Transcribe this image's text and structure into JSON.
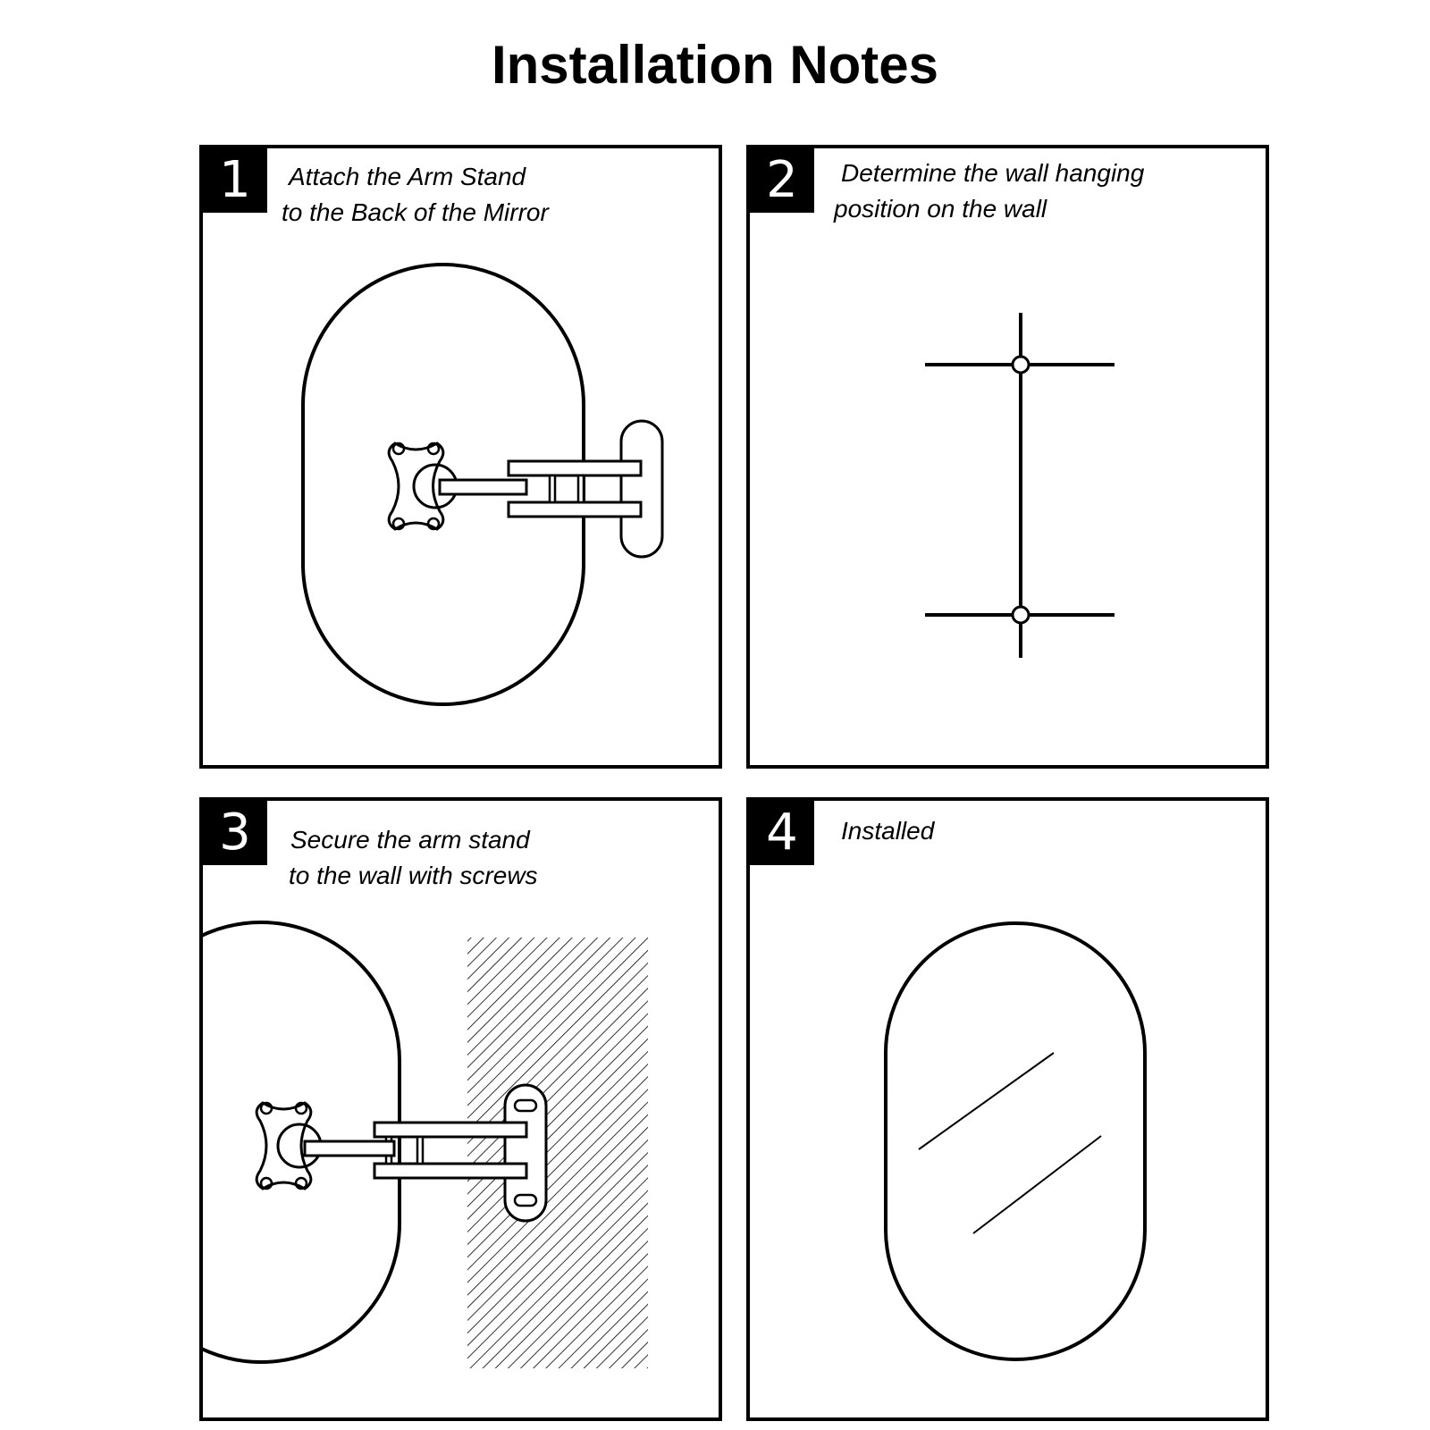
{
  "title": "Installation Notes",
  "steps": [
    {
      "number": "1",
      "line1": "Attach the Arm Stand",
      "line2": "to the Back of the Mirror"
    },
    {
      "number": "2",
      "line1": "Determine the wall hanging",
      "line2": "position on the wall"
    },
    {
      "number": "3",
      "line1": "Secure the arm stand",
      "line2": "to the wall with screws"
    },
    {
      "number": "4",
      "line1": "Installed",
      "line2": ""
    }
  ]
}
